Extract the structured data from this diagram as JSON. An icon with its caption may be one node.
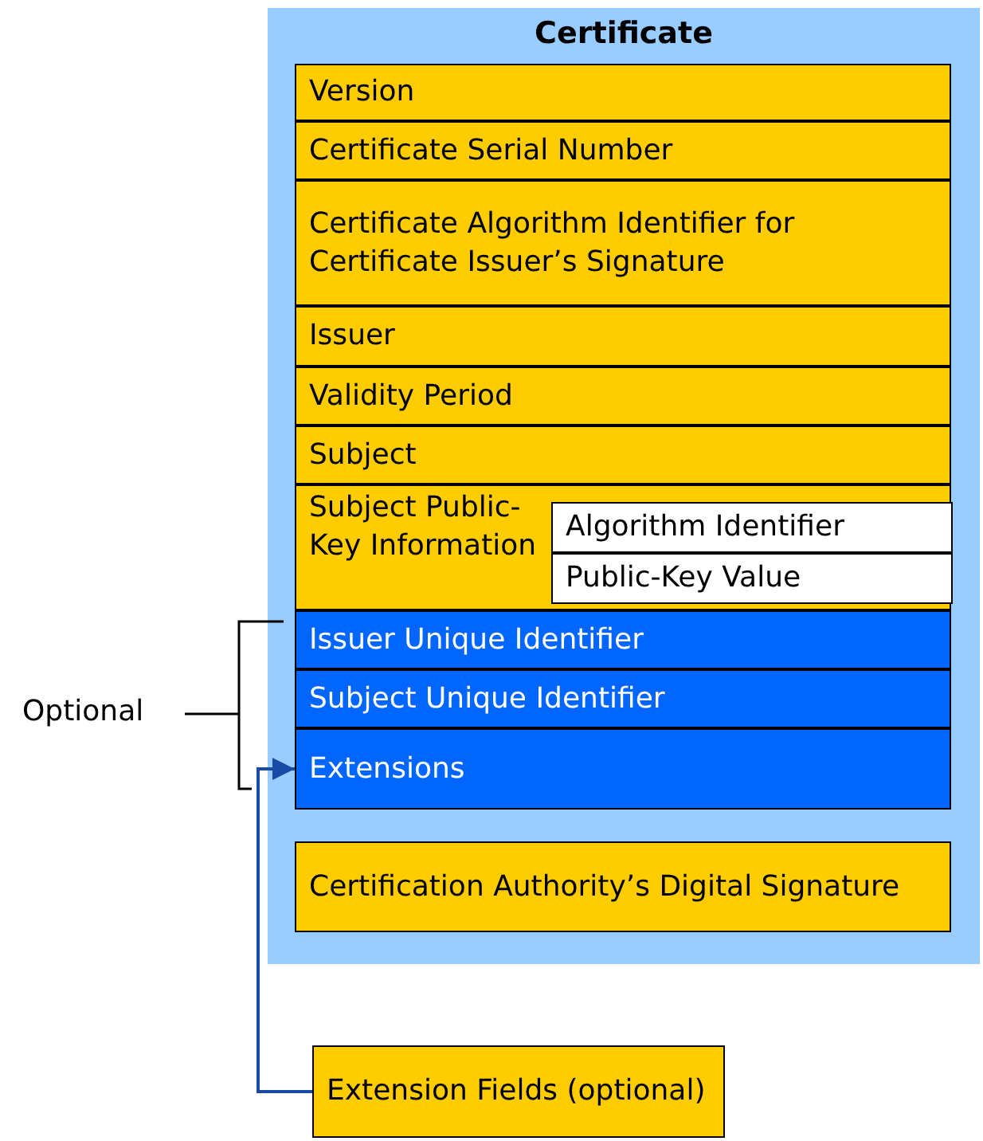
{
  "diagram": {
    "nodes": [
      {
        "text": [
          "Certificate"
        ]
      },
      {
        "text": [
          "Version"
        ],
        "in": 0
      },
      {
        "text": [
          "Certificate Serial Number"
        ],
        "in": 0
      },
      {
        "text": [
          "Certificate Algorithm Identifier for Certificate Issuer’s Signature"
        ],
        "in": 0
      },
      {
        "text": [
          "Issuer"
        ],
        "in": 0
      },
      {
        "text": [
          "Validity Period"
        ],
        "in": 0
      },
      {
        "text": [
          "Subject"
        ],
        "in": 0
      },
      {
        "text": [
          "Subject Public-Key Information"
        ],
        "in": 0
      },
      {
        "text": [
          "Algorithm Identifier"
        ],
        "in": 7
      },
      {
        "text": [
          "Public-Key Value"
        ],
        "in": 7
      },
      {
        "text": [
          "Issuer Unique Identifier"
        ],
        "in": 0
      },
      {
        "text": [
          "Subject Unique Identifier"
        ],
        "in": 0
      },
      {
        "text": [
          "Extensions"
        ],
        "in": 0
      },
      {
        "text": [
          "Certification Authority’s Digital Signature"
        ],
        "in": 0
      },
      {
        "text": [
          "Extension Fields (optional)"
        ]
      }
    ],
    "edges": [
      {
        "from": 14,
        "to": 12,
        "arrow": "to"
      }
    ],
    "labels": [
      "Optional"
    ]
  }
}
